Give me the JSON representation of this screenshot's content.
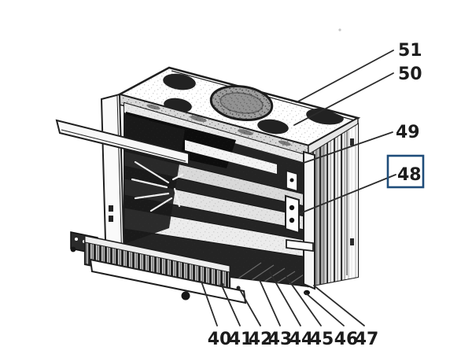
{
  "diagram": {
    "alt": "cutaway line drawing of a range oven with numbered part callouts",
    "selected_callout": "48",
    "colors": {
      "ink": "#1f1f1f",
      "background": "#ffffff",
      "highlight_box": "#1f4d7a"
    },
    "callouts": {
      "right": [
        {
          "label": "51"
        },
        {
          "label": "50"
        },
        {
          "label": "49"
        },
        {
          "label": "48",
          "selected": true
        }
      ],
      "bottom": [
        {
          "label": "40"
        },
        {
          "label": "41"
        },
        {
          "label": "42"
        },
        {
          "label": "43"
        },
        {
          "label": "44"
        },
        {
          "label": "45"
        },
        {
          "label": "46"
        },
        {
          "label": "47"
        }
      ]
    }
  }
}
